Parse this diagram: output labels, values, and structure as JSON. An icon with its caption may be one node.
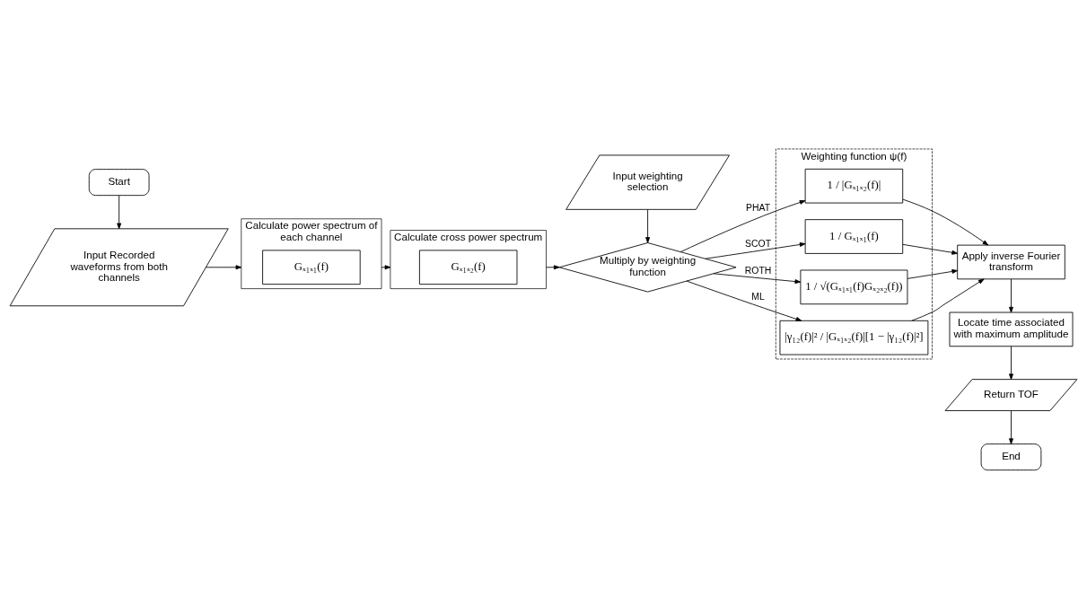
{
  "diagram": {
    "nodes": [
      {
        "text": [
          "Start"
        ]
      },
      {
        "text": [
          "Input Recorded waveforms from both channels"
        ]
      },
      {
        "text": [
          "Calculate power spectrum of each channel"
        ]
      },
      {
        "text": [
          "Gₓ₁ₓ₁(f)"
        ],
        "in": 2
      },
      {
        "text": [
          "Calculate cross power spectrum"
        ]
      },
      {
        "text": [
          "Gₓ₁ₓ₂(f)"
        ],
        "in": 4
      },
      {
        "text": [
          "Input weighting selection"
        ]
      },
      {
        "text": [
          "Multiply by weighting function"
        ]
      },
      {
        "text": [
          "Weighting function ψ(f)"
        ]
      },
      {
        "text": [
          "1 / |Gₓ₁ₓ₂(f)|"
        ],
        "in": 8
      },
      {
        "text": [
          "1 / Gₓ₁ₓ₁(f)"
        ],
        "in": 8
      },
      {
        "text": [
          "1 / √(Gₓ₁ₓ₁(f)Gₓ₂ₓ₂(f))"
        ],
        "in": 8
      },
      {
        "text": [
          "|γ₁₂(f)|² / |Gₓ₁ₓ₂(f)|[1 − |γ₁₂(f)|²]"
        ],
        "in": 8
      },
      {
        "text": [
          "Apply inverse Fourier transform"
        ]
      },
      {
        "text": [
          "Locate time associated with maximum amplitude"
        ]
      },
      {
        "text": [
          "Return TOF"
        ]
      },
      {
        "text": [
          "End"
        ]
      }
    ],
    "edges": [
      {
        "from": 0,
        "to": 1,
        "arrow": "to"
      },
      {
        "from": 1,
        "to": 2,
        "arrow": "to"
      },
      {
        "from": 2,
        "to": 4,
        "arrow": "to"
      },
      {
        "from": 4,
        "to": 7,
        "arrow": "to"
      },
      {
        "from": 6,
        "to": 7,
        "arrow": "to"
      },
      {
        "from": 7,
        "to": 9,
        "arrow": "to",
        "label": "PHAT"
      },
      {
        "from": 7,
        "to": 10,
        "arrow": "to",
        "label": "SCOT"
      },
      {
        "from": 7,
        "to": 11,
        "arrow": "to",
        "label": "ROTH"
      },
      {
        "from": 7,
        "to": 12,
        "arrow": "to",
        "label": "ML"
      },
      {
        "from": 9,
        "to": 13,
        "arrow": "to"
      },
      {
        "from": 10,
        "to": 13,
        "arrow": "to"
      },
      {
        "from": 11,
        "to": 13,
        "arrow": "to"
      },
      {
        "from": 12,
        "to": 13,
        "arrow": "to"
      },
      {
        "from": 13,
        "to": 14,
        "arrow": "to"
      },
      {
        "from": 14,
        "to": 15,
        "arrow": "to"
      },
      {
        "from": 15,
        "to": 16,
        "arrow": "to"
      }
    ]
  }
}
